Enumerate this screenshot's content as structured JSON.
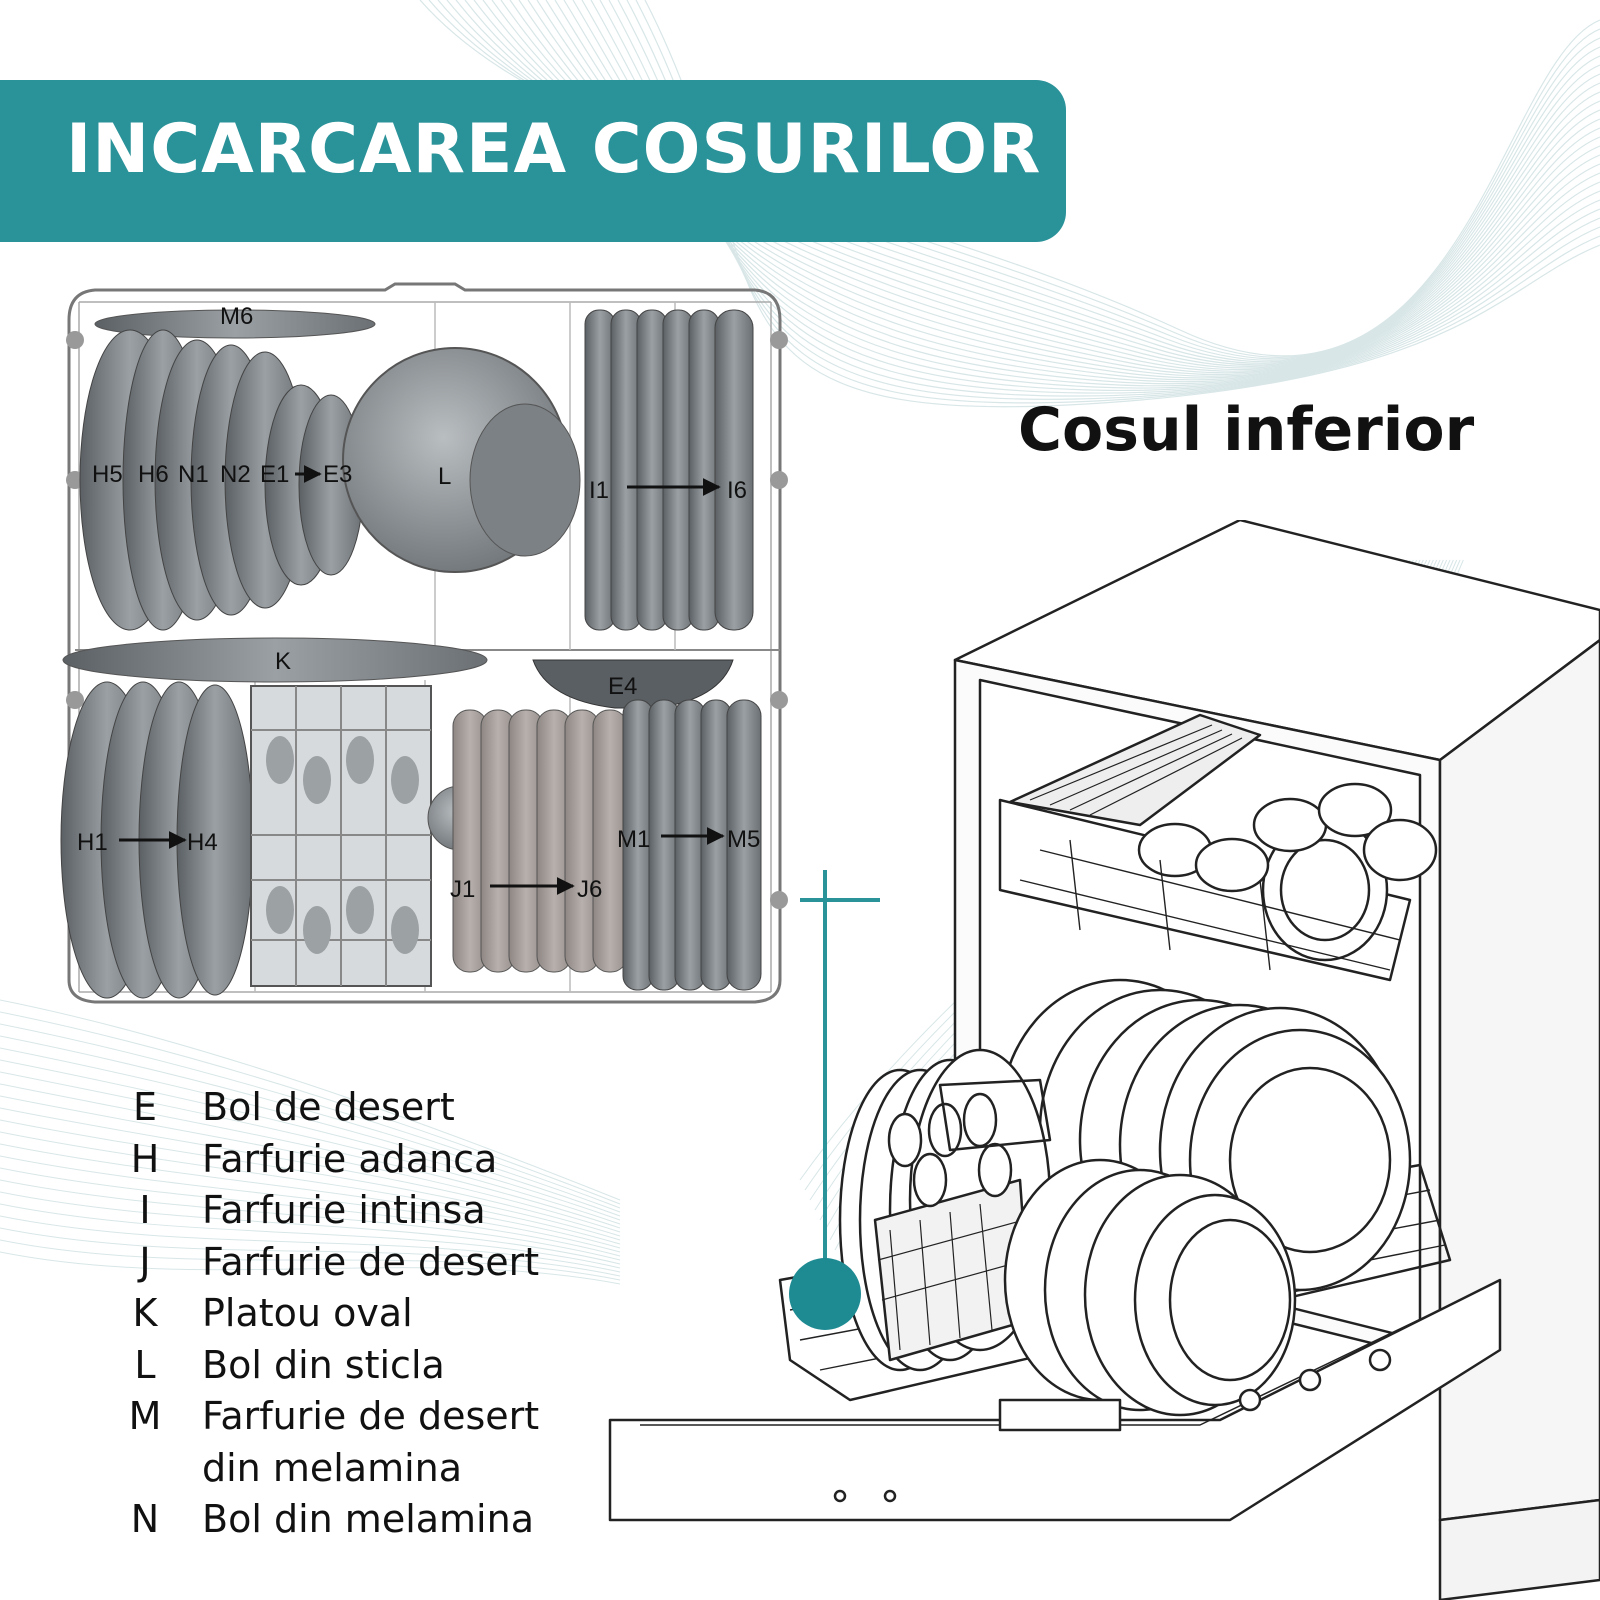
{
  "header": {
    "title": "INCARCAREA COSURILOR"
  },
  "subtitle": "Cosul inferior",
  "diagram_labels": {
    "m6": "M6",
    "h5": "H5",
    "h6": "H6",
    "n1": "N1",
    "n2": "N2",
    "e1": "E1",
    "e3": "E3",
    "l": "L",
    "i1": "I1",
    "i6": "I6",
    "k": "K",
    "e4": "E4",
    "h1": "H1",
    "h4": "H4",
    "m1": "M1",
    "m5": "M5",
    "j1": "J1",
    "j6": "J6"
  },
  "legend": [
    {
      "letter": "E",
      "text": "Bol de desert"
    },
    {
      "letter": "H",
      "text": "Farfurie adanca"
    },
    {
      "letter": "I",
      "text": "Farfurie intinsa"
    },
    {
      "letter": "J",
      "text": "Farfurie de desert"
    },
    {
      "letter": "K",
      "text": "Platou oval"
    },
    {
      "letter": "L",
      "text": "Bol din sticla"
    },
    {
      "letter": "M",
      "text": "Farfurie de desert"
    },
    {
      "letter": "",
      "text": "din melamina"
    },
    {
      "letter": "N",
      "text": "Bol din melamina"
    }
  ],
  "colors": {
    "accent": "#2a9299",
    "dish": "#8f9599",
    "dish_dark": "#5f6468",
    "dish_warm": "#a8a29e",
    "wave": "#d8e6e7"
  }
}
